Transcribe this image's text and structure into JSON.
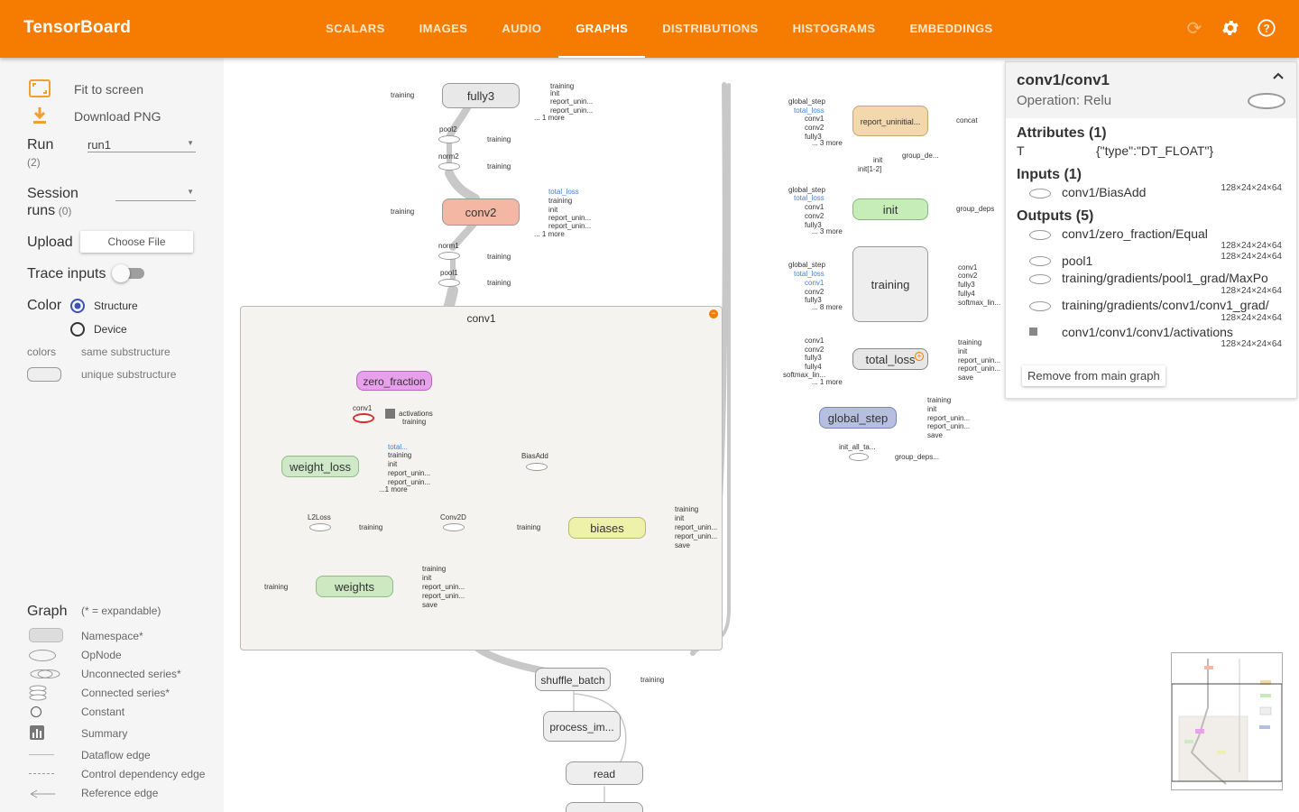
{
  "app": {
    "title": "TensorBoard"
  },
  "tabs": [
    {
      "label": "SCALARS"
    },
    {
      "label": "IMAGES"
    },
    {
      "label": "AUDIO"
    },
    {
      "label": "GRAPHS"
    },
    {
      "label": "DISTRIBUTIONS"
    },
    {
      "label": "HISTOGRAMS"
    },
    {
      "label": "EMBEDDINGS"
    }
  ],
  "sidebar": {
    "fit_label": "Fit to screen",
    "download_label": "Download PNG",
    "run_label": "Run",
    "run_count": "(2)",
    "run_value": "run1",
    "session_label_1": "Session",
    "session_label_2": "runs",
    "session_count": "(0)",
    "upload_label": "Upload",
    "choose_file": "Choose File",
    "trace_label": "Trace inputs",
    "color_label": "Color",
    "color_options": [
      "Structure",
      "Device"
    ],
    "colors_small": "colors",
    "same_sub": "same substructure",
    "unique_sub": "unique substructure",
    "graph_label": "Graph",
    "expandable_note": "(* = expandable)",
    "legend": [
      "Namespace*",
      "OpNode",
      "Unconnected series*",
      "Connected series*",
      "Constant",
      "Summary",
      "Dataflow edge",
      "Control dependency edge",
      "Reference edge"
    ]
  },
  "graph": {
    "nodes": {
      "fully3": "fully3",
      "conv2": "conv2",
      "conv1": "conv1",
      "zero_fraction": "zero_fraction",
      "weight_loss": "weight_loss",
      "biases": "biases",
      "weights": "weights",
      "shuffle_batch": "shuffle_batch",
      "process": "process_im...",
      "read": "read",
      "report": "report_uninitial...",
      "init": "init",
      "training": "training",
      "total_loss": "total_loss",
      "global_step": "global_step"
    },
    "labels": {
      "training": "training",
      "init": "init",
      "report_unin": "report_unin...",
      "one_more": "... 1 more",
      "pool2": "pool2",
      "norm2": "norm2",
      "norm1": "norm1",
      "pool1": "pool1",
      "total_loss": "total_loss",
      "conv1_op": "conv1",
      "activations": "activations",
      "biasadd": "BiasAdd",
      "conv2d": "Conv2D",
      "l2loss": "L2Loss",
      "save": "save",
      "global_step": "global_step",
      "concat": "concat",
      "group_de": "group_de...",
      "group_deps": "group_deps",
      "init_1_2": "init[1-2]",
      "three_more": "... 3 more",
      "eight_more": "... 8 more",
      "conv2": "conv2",
      "fully3": "fully3",
      "fully4": "fully4",
      "softmax": "softmax_lin...",
      "init_all": "init_all_ta...",
      "group_deps2": "group_deps...",
      "report_unini": "report_unini...",
      "total": "total...",
      "one_more2": "...1 more"
    }
  },
  "info": {
    "title": "conv1/conv1",
    "operation": "Operation: Relu",
    "attributes_title": "Attributes (1)",
    "attr_key": "T",
    "attr_value": "{\"type\":\"DT_FLOAT\"}",
    "inputs_title": "Inputs (1)",
    "inputs": [
      {
        "name": "conv1/BiasAdd",
        "dims": "128×24×24×64"
      }
    ],
    "outputs_title": "Outputs (5)",
    "outputs": [
      {
        "name": "conv1/zero_fraction/Equal",
        "dims": "128×24×24×64"
      },
      {
        "name": "pool1",
        "dims": "128×24×24×64"
      },
      {
        "name": "training/gradients/pool1_grad/MaxPo",
        "dims": "128×24×24×64"
      },
      {
        "name": "training/gradients/conv1/conv1_grad/",
        "dims": "128×24×24×64"
      },
      {
        "name": "conv1/conv1/conv1/activations",
        "dims": "128×24×24×64"
      }
    ],
    "remove_button": "Remove from main graph"
  },
  "colors": {
    "brand": "#f57c00",
    "conv2": "#f4b7a3",
    "zero_fraction": "#e9a0ec",
    "weight_loss": "#cfe9c8",
    "biases": "#eef1aa",
    "weights": "#cde9c1",
    "report": "#f2d8ac",
    "init": "#c6ecb8",
    "total_loss": "#e6e6e6",
    "global_step": "#b6bfdf",
    "namespace": "#f5f3ef"
  }
}
